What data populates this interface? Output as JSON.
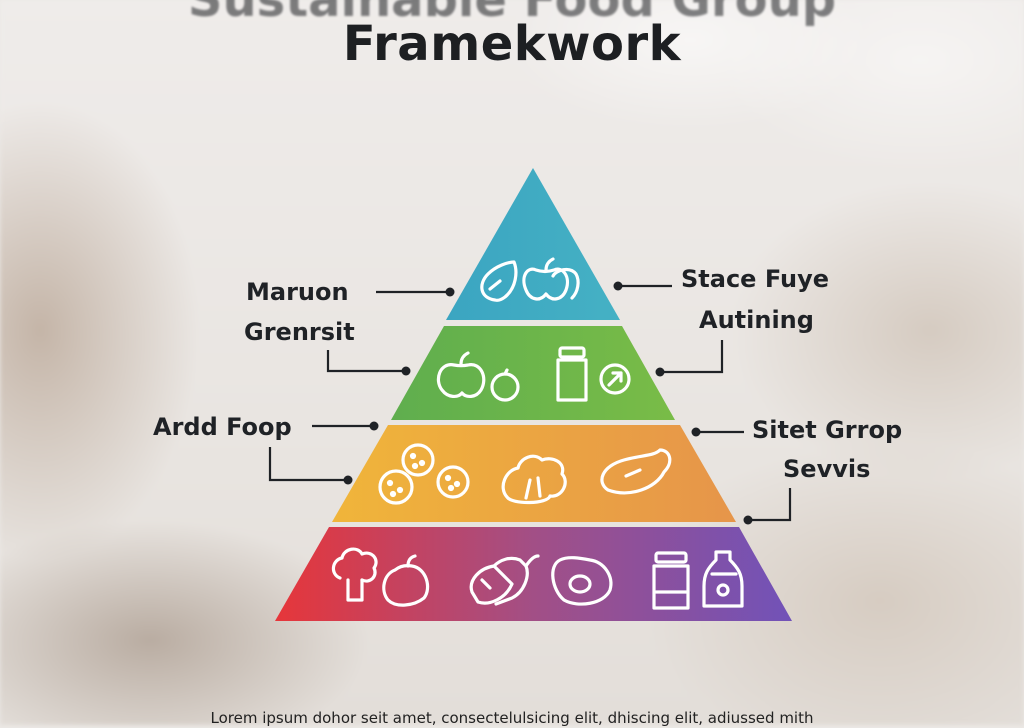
{
  "header": {
    "title_partial": "Sustainable Food Group",
    "title": "Framekwork"
  },
  "pyramid": {
    "tiers": [
      {
        "icons": [
          "lemon-icon",
          "apple-pair-icon"
        ],
        "colors": [
          "#3ba5c1",
          "#45b1c4"
        ]
      },
      {
        "icons": [
          "apple-icon",
          "small-fruit-icon",
          "jar-icon",
          "arrow-circle-icon"
        ],
        "colors": [
          "#5fae4e",
          "#79bc47"
        ]
      },
      {
        "icons": [
          "cookie-icon",
          "cookie-small-icon",
          "broccoli-icon",
          "sweet-potato-icon"
        ],
        "colors": [
          "#f0b53a",
          "#e6954a"
        ]
      },
      {
        "icons": [
          "broccoli-icon",
          "apple-icon",
          "carrot-icon",
          "avocado-icon",
          "jar-icon",
          "bottle-icon"
        ],
        "colors": [
          "#e6363a",
          "#a24f86",
          "#7152b8"
        ]
      }
    ]
  },
  "labels": {
    "left_top_line1": "Maruon",
    "left_top_line2": "Grenrsit",
    "left_mid": "Ardd Foop",
    "right_top_line1": "Stace Fuye",
    "right_top_line2": "Autining",
    "right_mid_line1": "Sitet Grrop",
    "right_mid_line2": "Sevvis"
  },
  "footer": {
    "text": "Lorem ipsum dohor seit amet, consectelulsicing elit, dhiscing elit, adiussed mith"
  }
}
